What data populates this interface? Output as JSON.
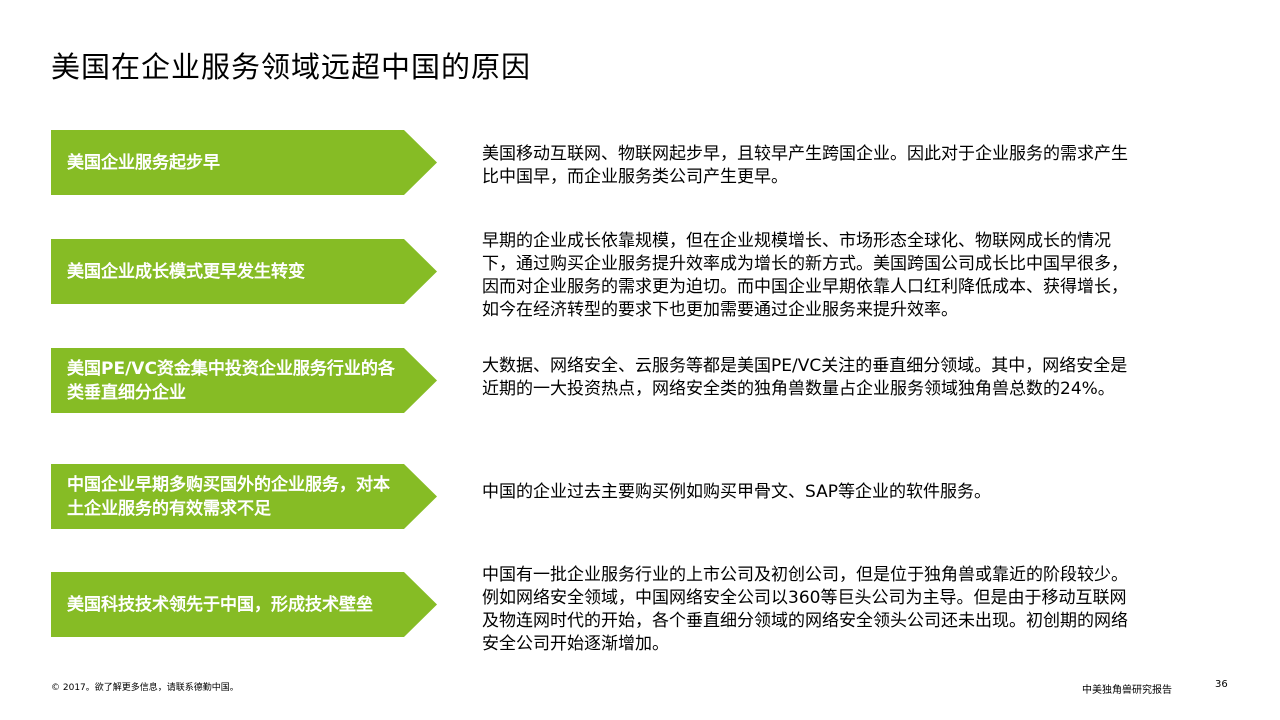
{
  "title": "美国在企业服务领域远超中国的原因",
  "rows": [
    {
      "label": "美国企业服务起步早",
      "text": "美国移动互联网、物联网起步早，且较早产生跨国企业。因此对于企业服务的需求产生比中国早，而企业服务类公司产生更早。"
    },
    {
      "label": "美国企业成长模式更早发生转变",
      "text": "早期的企业成长依靠规模，但在企业规模增长、市场形态全球化、物联网成长的情况下，通过购买企业服务提升效率成为增长的新方式。美国跨国公司成长比中国早很多，因而对企业服务的需求更为迫切。而中国企业早期依靠人口红利降低成本、获得增长，如今在经济转型的要求下也更加需要通过企业服务来提升效率。"
    },
    {
      "label": "美国PE/VC资金集中投资企业服务行业的各类垂直细分企业",
      "text": "大数据、网络安全、云服务等都是美国PE/VC关注的垂直细分领域。其中，网络安全是近期的一大投资热点，网络安全类的独角兽数量占企业服务领域独角兽总数的24%。"
    },
    {
      "label": "中国企业早期多购买国外的企业服务，对本土企业服务的有效需求不足",
      "text": "中国的企业过去主要购买例如购买甲骨文、SAP等企业的软件服务。"
    },
    {
      "label": "美国科技技术领先于中国，形成技术壁垒",
      "text": "中国有一批企业服务行业的上市公司及初创公司，但是位于独角兽或靠近的阶段较少。例如网络安全领域，中国网络安全公司以360等巨头公司为主导。但是由于移动互联网及物连网时代的开始，各个垂直细分领域的网络安全领头公司还未出现。初创期的网络安全公司开始逐渐增加。"
    }
  ],
  "footer": {
    "copyright": "© 2017。欲了解更多信息，请联系德勤中国。",
    "report": "中美独角兽研究报告",
    "page": "36"
  },
  "colors": {
    "accent": "#86bc25"
  }
}
